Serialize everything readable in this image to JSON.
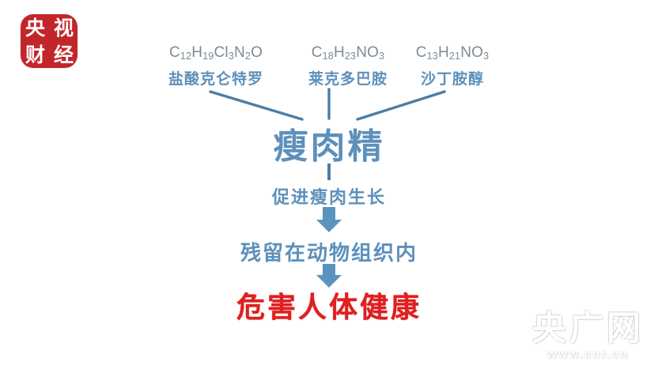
{
  "logo": {
    "name": "cctv-finance-logo",
    "chars": [
      "央",
      "视",
      "财",
      "经"
    ],
    "background_color": "#c2262b",
    "text_color": "#ffffff"
  },
  "compounds": [
    {
      "formula_parts": [
        {
          "t": "C",
          "sub": false
        },
        {
          "t": "12",
          "sub": true
        },
        {
          "t": "H",
          "sub": false
        },
        {
          "t": "19",
          "sub": true
        },
        {
          "t": "Cl",
          "sub": false
        },
        {
          "t": "3",
          "sub": true
        },
        {
          "t": "N",
          "sub": false
        },
        {
          "t": "2",
          "sub": true
        },
        {
          "t": "O",
          "sub": false
        }
      ],
      "formula_text": "C12H19Cl3N2O",
      "name": "盐酸克仑特罗"
    },
    {
      "formula_parts": [
        {
          "t": "C",
          "sub": false
        },
        {
          "t": "18",
          "sub": true
        },
        {
          "t": "H",
          "sub": false
        },
        {
          "t": "23",
          "sub": true
        },
        {
          "t": "NO",
          "sub": false
        },
        {
          "t": "3",
          "sub": true
        }
      ],
      "formula_text": "C18H23NO3",
      "name": "莱克多巴胺"
    },
    {
      "formula_parts": [
        {
          "t": "C",
          "sub": false
        },
        {
          "t": "13",
          "sub": true
        },
        {
          "t": "H",
          "sub": false
        },
        {
          "t": "21",
          "sub": true
        },
        {
          "t": "NO",
          "sub": false
        },
        {
          "t": "3",
          "sub": true
        }
      ],
      "formula_text": "C13H21NO3",
      "name": "沙丁胺醇"
    }
  ],
  "flow": {
    "main_title": "瘦肉精",
    "step1": "促进瘦肉生长",
    "step2": "残留在动物组织内",
    "final": "危害人体健康"
  },
  "colors": {
    "blue": "#5d90bb",
    "formula_gray": "#7b8b96",
    "red": "#df1f20",
    "logo_red": "#c2262b",
    "connector_blue": "#4b7ea6",
    "arrow_blue": "#5a93bd",
    "background": "#ffffff"
  },
  "watermark": {
    "main": "央广网",
    "sub": "www.cnr.cn"
  }
}
